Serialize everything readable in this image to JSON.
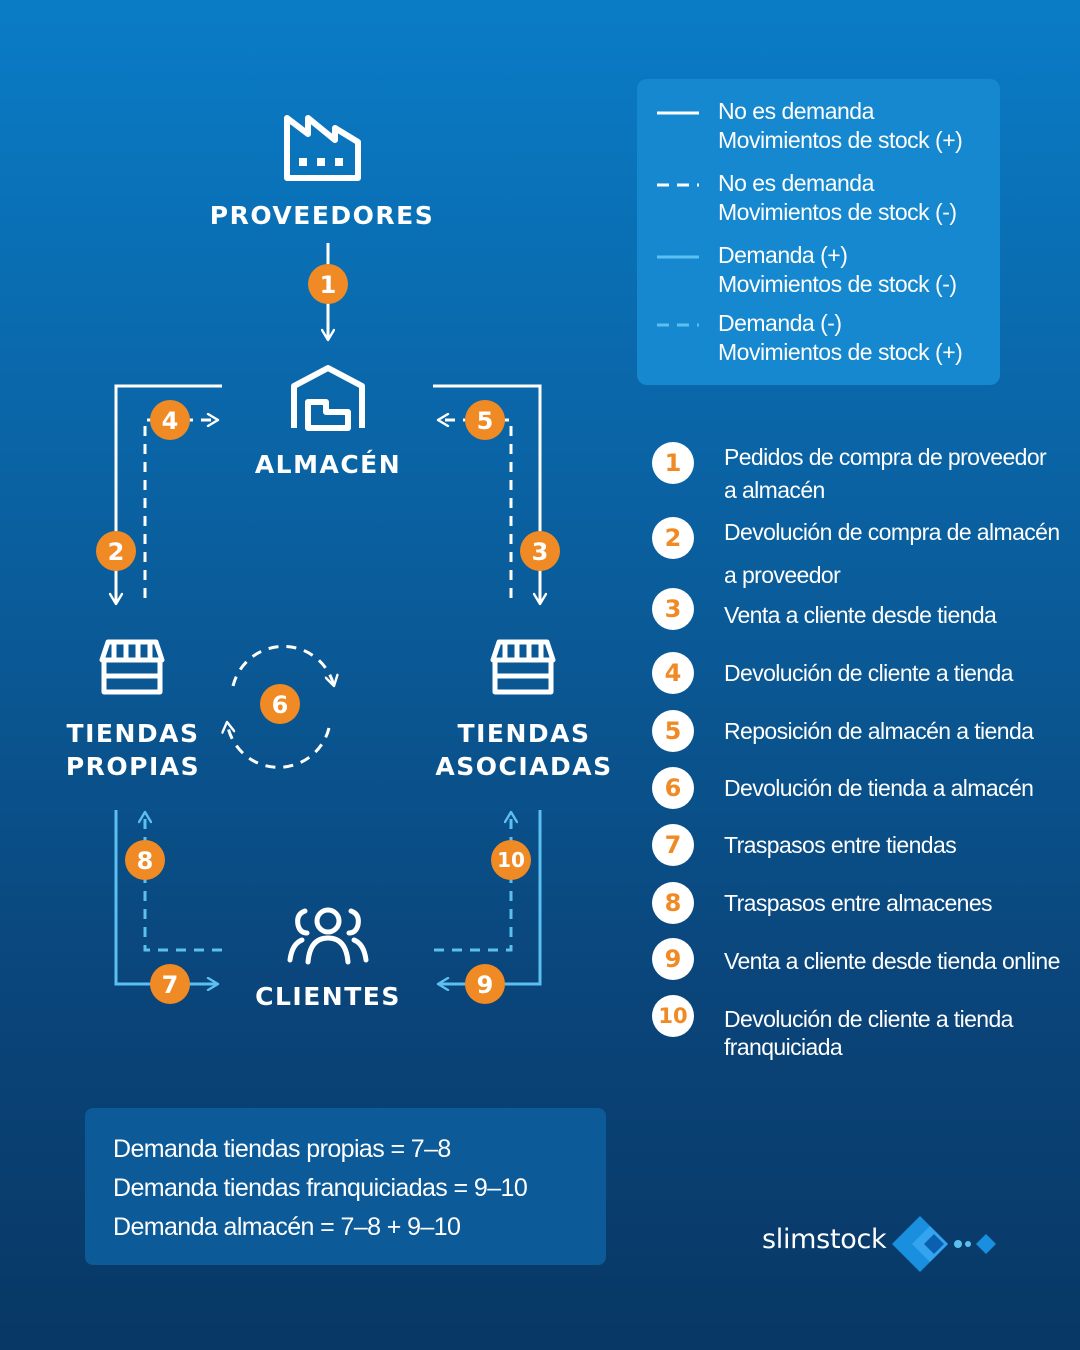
{
  "nodes": {
    "proveedores": "PROVEEDORES",
    "almacen": "ALMACÉN",
    "tiendas_propias": [
      "TIENDAS",
      "PROPIAS"
    ],
    "tiendas_asociadas": [
      "TIENDAS",
      "ASOCIADAS"
    ],
    "clientes": "CLIENTES"
  },
  "badges": [
    "1",
    "2",
    "3",
    "4",
    "5",
    "6",
    "7",
    "8",
    "9",
    "10"
  ],
  "legend": [
    {
      "line": "solid",
      "color": "#ffffff",
      "lines": [
        "No es demanda",
        "Movimientos de stock (+)"
      ]
    },
    {
      "line": "dashed",
      "color": "#ffffff",
      "lines": [
        "No es demanda",
        "Movimientos de stock (-)"
      ]
    },
    {
      "line": "solid",
      "color": "#5bc0f0",
      "lines": [
        "Demanda (+)",
        "Movimientos de stock (-)"
      ]
    },
    {
      "line": "dashed",
      "color": "#5bc0f0",
      "lines": [
        "Demanda (-)",
        "Movimientos de stock (+)"
      ]
    }
  ],
  "steps": [
    {
      "num": "1",
      "lines": [
        "Pedidos de compra de proveedor",
        "a almacén"
      ]
    },
    {
      "num": "2",
      "lines": [
        "Devolución de compra de almacén",
        "a proveedor"
      ]
    },
    {
      "num": "3",
      "lines": [
        "Venta a cliente desde tienda"
      ]
    },
    {
      "num": "4",
      "lines": [
        "Devolución de cliente a tienda"
      ]
    },
    {
      "num": "5",
      "lines": [
        "Reposición de almacén a tienda"
      ]
    },
    {
      "num": "6",
      "lines": [
        "Devolución de tienda a almacén"
      ]
    },
    {
      "num": "7",
      "lines": [
        "Traspasos entre tiendas"
      ]
    },
    {
      "num": "8",
      "lines": [
        "Traspasos entre almacenes"
      ]
    },
    {
      "num": "9",
      "lines": [
        "Venta a cliente desde tienda online"
      ]
    },
    {
      "num": "10",
      "lines": [
        "Devolución de cliente a tienda",
        "franquiciada"
      ]
    }
  ],
  "formulas": [
    "Demanda tiendas propias = 7–8",
    "Demanda tiendas franquiciadas = 9–10",
    "Demanda almacén = 7–8 + 9–10"
  ],
  "brand": {
    "name": "slimstock"
  },
  "colors": {
    "badge": "#f08a24",
    "light_blue": "#5bc0f0",
    "background_top": "#0a7cc7",
    "background_bottom": "#083865"
  },
  "icons": [
    "factory-icon",
    "warehouse-icon",
    "store-icon",
    "customers-icon",
    "cycle-arrows-icon"
  ]
}
